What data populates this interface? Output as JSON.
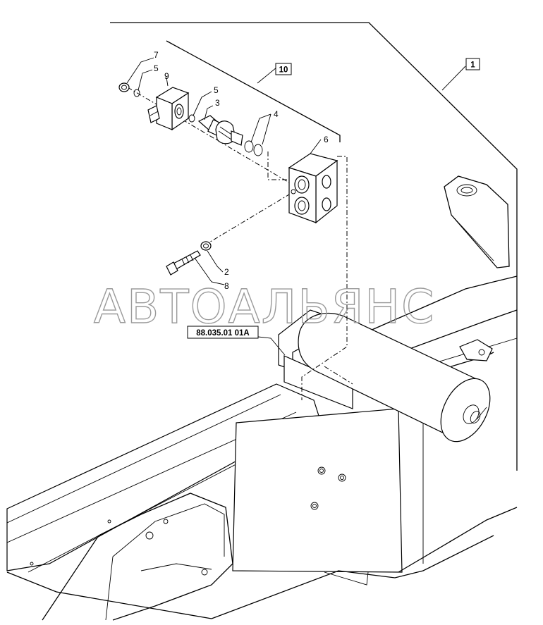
{
  "diagram": {
    "watermark": "АВТОАЛЬЯНС",
    "reference_label": "88.035.01 01A",
    "assembly_labels": [
      "1",
      "10"
    ],
    "callouts": [
      "7",
      "5",
      "9",
      "5",
      "3",
      "4",
      "6",
      "2",
      "8"
    ]
  }
}
